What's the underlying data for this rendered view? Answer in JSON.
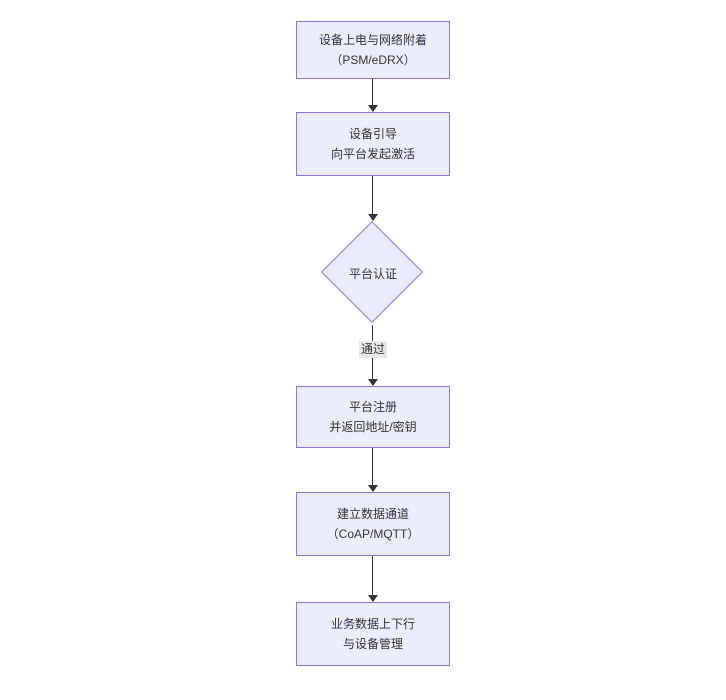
{
  "colors": {
    "canvas_bg": "#ffffff",
    "node_fill": "#ECECFF",
    "node_border": "#9370DB",
    "text": "#333333",
    "edge": "#333333",
    "edge_label_bg": "#e8e8e8"
  },
  "nodes": {
    "power_attach": {
      "line1": "设备上电与网络附着",
      "line2": "（PSM/eDRX）"
    },
    "bootstrap": {
      "line1": "设备引导",
      "line2": "向平台发起激活"
    },
    "platform_auth": {
      "label": "平台认证"
    },
    "register": {
      "line1": "平台注册",
      "line2": "并返回地址/密钥"
    },
    "data_channel": {
      "line1": "建立数据通道",
      "line2": "（CoAP/MQTT）"
    },
    "business": {
      "line1": "业务数据上下行",
      "line2": "与设备管理"
    }
  },
  "edges": {
    "auth_pass_label": "通过"
  }
}
